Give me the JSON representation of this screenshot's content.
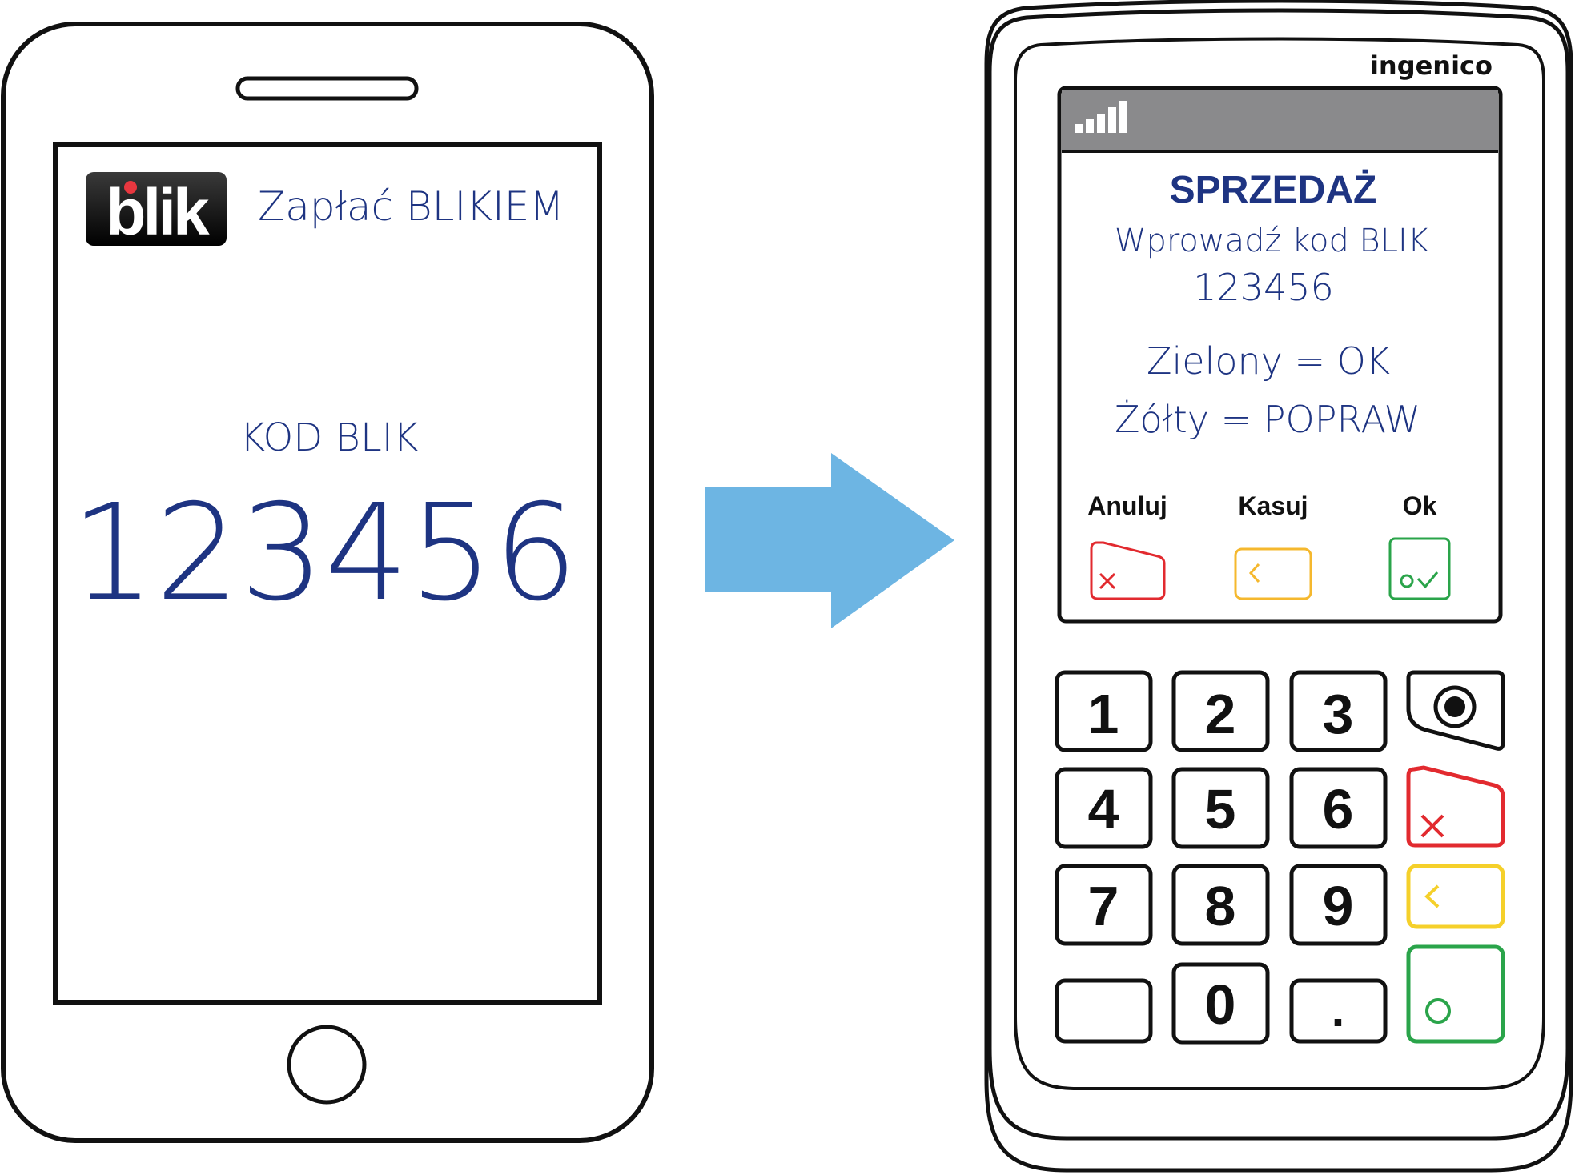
{
  "phone": {
    "logo_text": "blik",
    "header": "Zapłać BLIKIEM",
    "code_label": "KOD BLIK",
    "code": "123456"
  },
  "terminal": {
    "brand": "ingenico",
    "title": "SPRZEDAŻ",
    "prompt": "Wprowadź kod BLIK",
    "code": "123456",
    "line_ok": "Zielony = OK",
    "line_fix": "Żółty = POPRAW",
    "soft_keys": [
      "Anuluj",
      "Kasuj",
      "Ok"
    ],
    "keys": [
      "1",
      "2",
      "3",
      "4",
      "5",
      "6",
      "7",
      "8",
      "9",
      "0",
      "."
    ]
  },
  "colors": {
    "text_blue": "#1e3482",
    "arrow_blue": "#6db5e3",
    "cancel_red": "#e22a2f",
    "clear_yellow": "#f5b82e",
    "ok_green": "#2aa44a",
    "status_bar_gray": "#8a8a8c",
    "logo_dot_red": "#e8373f"
  },
  "icons": [
    "signal-bars-icon",
    "cancel-x-icon",
    "backspace-chevron-icon",
    "ok-check-icon",
    "contactless-record-icon",
    "arrow-right-icon",
    "home-button-icon"
  ]
}
